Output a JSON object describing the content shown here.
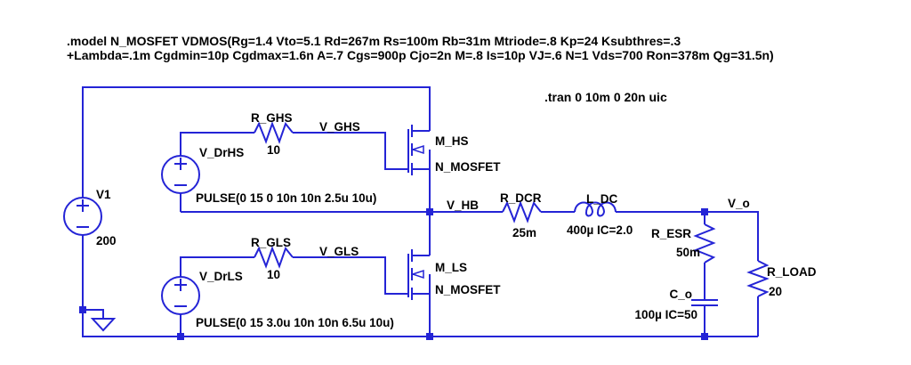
{
  "directives": {
    "model_line1": ".model N_MOSFET VDMOS(Rg=1.4 Vto=5.1 Rd=267m Rs=100m Rb=31m Mtriode=.8 Kp=24 Ksubthres=.3",
    "model_line2": "+Lambda=.1m Cgdmin=10p Cgdmax=1.6n A=.7 Cgs=900p Cjo=2n M=.8 Is=10p VJ=.6 N=1 Vds=700 Ron=378m Qg=31.5n)",
    "tran": ".tran 0 10m 0 20n uic"
  },
  "components": {
    "v1": {
      "refdes": "V1",
      "value": "200"
    },
    "v_drhs": {
      "refdes": "V_DrHS",
      "value": "PULSE(0 15 0 10n 10n 2.5u 10u)"
    },
    "v_drls": {
      "refdes": "V_DrLS",
      "value": "PULSE(0 15 3.0u 10n 10n 6.5u 10u)"
    },
    "r_ghs": {
      "refdes": "R_GHS",
      "value": "10"
    },
    "r_gls": {
      "refdes": "R_GLS",
      "value": "10"
    },
    "m_hs": {
      "refdes": "M_HS",
      "model": "N_MOSFET"
    },
    "m_ls": {
      "refdes": "M_LS",
      "model": "N_MOSFET"
    },
    "r_dcr": {
      "refdes": "R_DCR",
      "value": "25m"
    },
    "l_dc": {
      "refdes": "L_DC",
      "value": "400µ IC=2.0"
    },
    "r_esr": {
      "refdes": "R_ESR",
      "value": "50m"
    },
    "c_o": {
      "refdes": "C_o",
      "value": "100µ IC=50"
    },
    "r_load": {
      "refdes": "R_LOAD",
      "value": "20"
    }
  },
  "nets": {
    "v_ghs": "V_GHS",
    "v_gls": "V_GLS",
    "v_hb": "V_HB",
    "v_o": "V_o"
  },
  "colors": {
    "wire": "#2424d6",
    "text": "#000000",
    "background": "#ffffff"
  }
}
